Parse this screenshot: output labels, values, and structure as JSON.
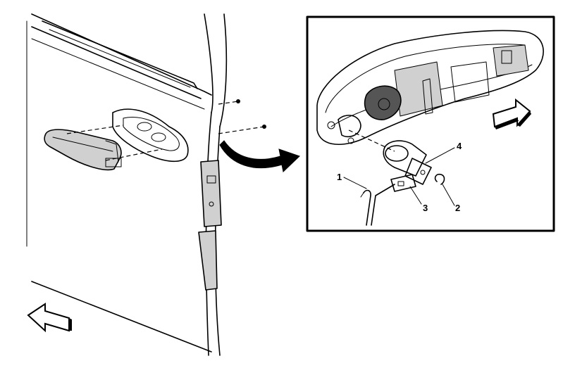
{
  "callouts": [
    {
      "id": "1",
      "label": "1"
    },
    {
      "id": "2",
      "label": "2"
    },
    {
      "id": "3",
      "label": "3"
    },
    {
      "id": "4",
      "label": "4"
    }
  ],
  "icons": {
    "front_arrow_left": "outline-direction-arrow-icon",
    "front_arrow_right": "outline-direction-arrow-icon",
    "zoom_arrow": "curved-zoom-arrow-icon"
  },
  "colors": {
    "ink": "#000000",
    "paper": "#ffffff",
    "shade": "#d0d0d0"
  }
}
